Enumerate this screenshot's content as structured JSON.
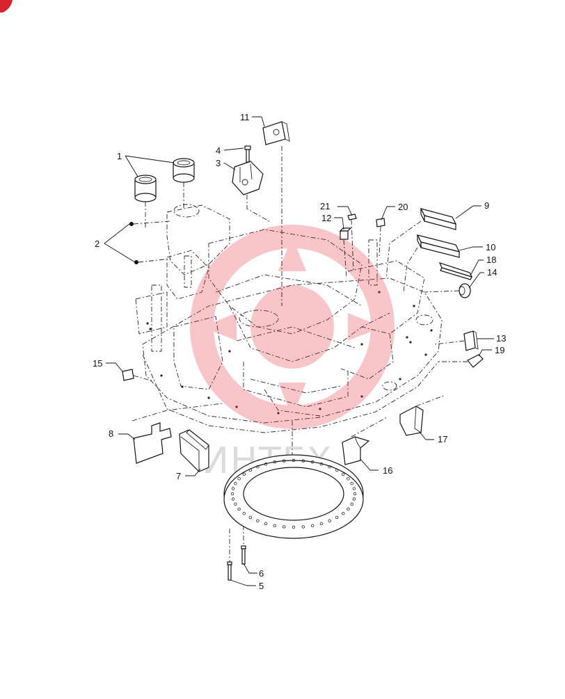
{
  "watermark": {
    "text": "ИНТЕХ",
    "color": "#e8333c"
  },
  "callouts": [
    {
      "id": "1",
      "label": "1"
    },
    {
      "id": "2",
      "label": "2"
    },
    {
      "id": "3",
      "label": "3"
    },
    {
      "id": "4",
      "label": "4"
    },
    {
      "id": "5",
      "label": "5"
    },
    {
      "id": "6",
      "label": "6"
    },
    {
      "id": "7",
      "label": "7"
    },
    {
      "id": "8",
      "label": "8"
    },
    {
      "id": "9",
      "label": "9"
    },
    {
      "id": "10",
      "label": "10"
    },
    {
      "id": "11",
      "label": "11"
    },
    {
      "id": "12",
      "label": "12"
    },
    {
      "id": "13",
      "label": "13"
    },
    {
      "id": "14",
      "label": "14"
    },
    {
      "id": "15",
      "label": "15"
    },
    {
      "id": "16",
      "label": "16"
    },
    {
      "id": "17",
      "label": "17"
    },
    {
      "id": "18",
      "label": "18"
    },
    {
      "id": "19",
      "label": "19"
    },
    {
      "id": "20",
      "label": "20"
    },
    {
      "id": "21",
      "label": "21"
    }
  ]
}
